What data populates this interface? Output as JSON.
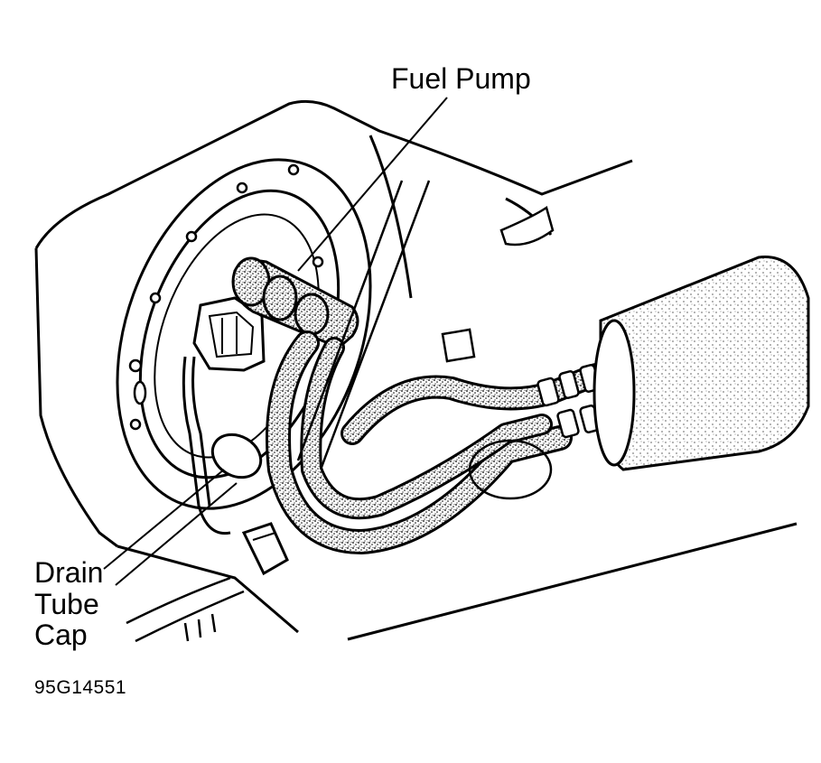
{
  "callouts": {
    "fuel_pump": "Fuel Pump",
    "drain_tube_cap": [
      "Drain",
      "Tube",
      "Cap"
    ]
  },
  "figure_id": "95G14551",
  "colors": {
    "ink": "#000000",
    "paper": "#ffffff",
    "stipple": "#7a7a7a"
  }
}
